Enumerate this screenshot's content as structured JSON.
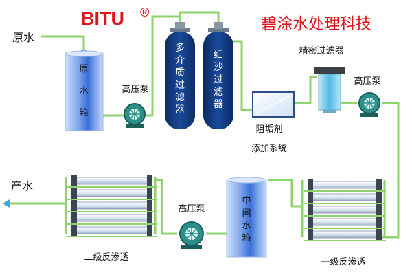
{
  "brand": {
    "logo_text": "BITU",
    "registered_mark": "®",
    "company_name": "碧涂水处理科技",
    "logo_color": "#e0141c",
    "company_color": "#e0141c"
  },
  "labels": {
    "raw_water": "原水",
    "raw_water_tank": [
      "原",
      "水",
      "箱"
    ],
    "high_pressure_pump": "高压泵",
    "multi_media_filter": [
      "多",
      "介",
      "质",
      "过",
      "滤",
      "器"
    ],
    "fine_sand_filter": [
      "细",
      "沙",
      "过",
      "滤",
      "器"
    ],
    "antiscalant_line1": "阻垢剂",
    "antiscalant_line2": "添加系统",
    "precision_filter": "精密过滤器",
    "product_water": "产水",
    "second_stage_ro": "二级反渗透",
    "intermediate_tank": [
      "中",
      "间",
      "水",
      "箱"
    ],
    "first_stage_ro": "一级反渗透"
  },
  "colors": {
    "pipe": "#8ed36b",
    "tank_blue": "#3a6fd8",
    "vessel_dark": "#0b2f6e",
    "pump": "#2c8f8a",
    "text": "#111111",
    "arrow_blue": "#3ea8d8"
  },
  "icons": {
    "pump": "pump-icon",
    "arrow": "flow-arrow-icon"
  }
}
